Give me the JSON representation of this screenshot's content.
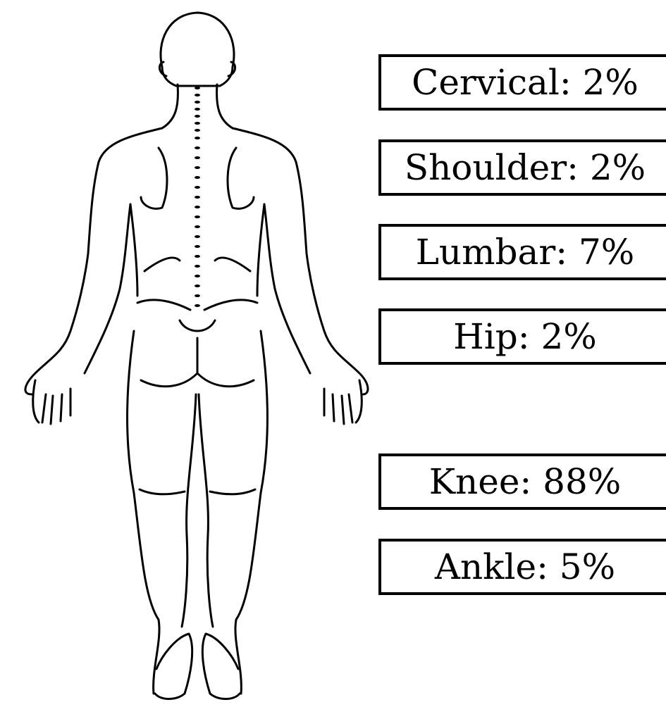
{
  "labels": {
    "cervical": "Cervical: 2%",
    "shoulder": "Shoulder: 2%",
    "lumbar": "Lumbar: 7%",
    "hip": "Hip: 2%",
    "knee": "Knee: 88%",
    "ankle": "Ankle: 5%"
  },
  "colors": {
    "line": "#000000",
    "background": "#ffffff"
  }
}
